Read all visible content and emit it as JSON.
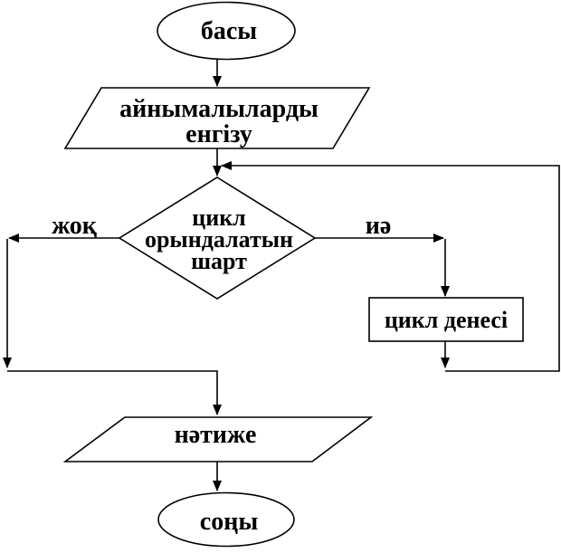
{
  "diagram": {
    "type": "flowchart",
    "nodes": {
      "start": {
        "shape": "terminator",
        "label": "басы"
      },
      "input": {
        "shape": "parallelogram",
        "lines": [
          "айнымалыларды",
          "енгізу"
        ]
      },
      "condition": {
        "shape": "decision",
        "lines": [
          "цикл",
          "орындалатын",
          "шарт"
        ]
      },
      "loop_body": {
        "shape": "process",
        "label": "цикл денесі"
      },
      "output": {
        "shape": "parallelogram",
        "label": "нәтиже"
      },
      "end": {
        "shape": "terminator",
        "label": "соңы"
      }
    },
    "edge_labels": {
      "no": "жоқ",
      "yes": "иә"
    },
    "colors": {
      "stroke": "#000000",
      "text": "#000000",
      "background": "#ffffff"
    }
  }
}
